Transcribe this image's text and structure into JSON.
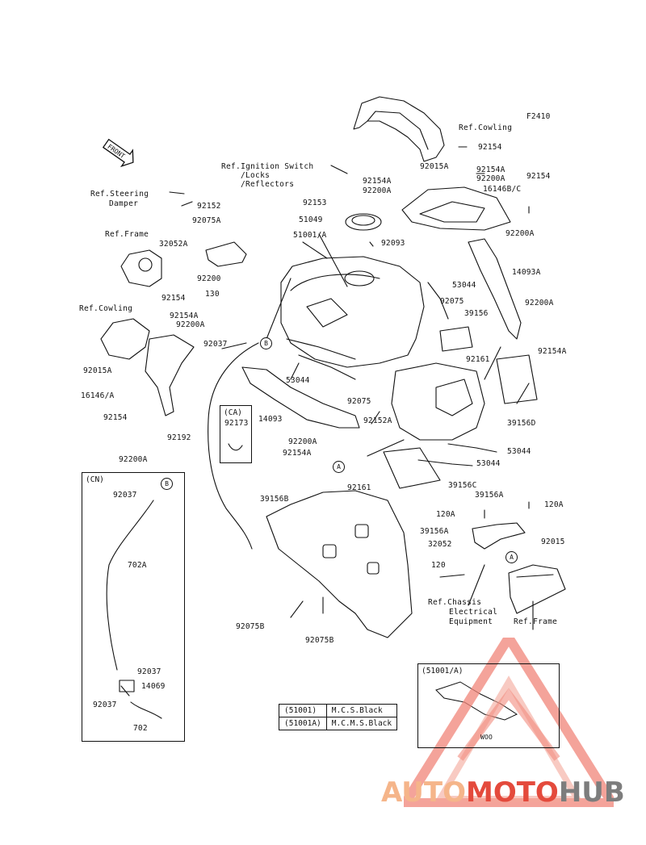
{
  "figure": {
    "code": "F2410"
  },
  "front_badge": "FRONT",
  "parts": {
    "p92154_top": "92154",
    "p92015A_top": "92015A",
    "p92154A_top": "92154A",
    "p92200A_top1": "92200A",
    "p92154A_top2": "92154A",
    "p92200A_top2": "92200A",
    "p92154_right": "92154",
    "p16146BC": "16146B/C",
    "p92200A_right1": "92200A",
    "p92153": "92153",
    "p51049": "51049",
    "p92093": "92093",
    "p51001A": "51001/A",
    "p92152": "92152",
    "p92075A": "92075A",
    "p32052A": "32052A",
    "p92200": "92200",
    "p130": "130",
    "p14093A": "14093A",
    "p53044_a": "53044",
    "p92075": "92075",
    "p39156": "39156",
    "p92200A_right2": "92200A",
    "p92154A_right": "92154A",
    "p92154_left": "92154",
    "p92154A_left": "92154A",
    "p92200A_left": "92200A",
    "p92037": "92037",
    "p92015A_left": "92015A",
    "p16146A": "16146/A",
    "p53044_b": "53044",
    "p92075_mid": "92075",
    "p92161_a": "92161",
    "p39156D": "39156D",
    "p14093": "14093",
    "p92152A": "92152A",
    "p92154_lower": "92154",
    "p92200A_lower": "92200A",
    "p92192": "92192",
    "p92173": "92173",
    "p92200A_mid": "92200A",
    "p92154A_mid": "92154A",
    "p53044_c": "53044",
    "p53044_d": "53044",
    "p92161_b": "92161",
    "p39156C": "39156C",
    "p39156B": "39156B",
    "p39156A": "39156A",
    "p120A_1": "120A",
    "p120A_2": "120A",
    "p39156A_2": "39156A",
    "p92015": "92015",
    "p32052": "32052",
    "p120": "120",
    "p92075B_1": "92075B",
    "p92075B_2": "92075B",
    "cn_92037_1": "92037",
    "cn_702A": "702A",
    "cn_92037_2": "92037",
    "cn_14069": "14069",
    "cn_92037_3": "92037",
    "cn_702": "702"
  },
  "refs": {
    "cowling_top": "Ref.Cowling",
    "ignition_1": "Ref.Ignition Switch",
    "ignition_2": "/Locks",
    "ignition_3": "/Reflectors",
    "steering_1": "Ref.Steering",
    "steering_2": "Damper",
    "frame_left": "Ref.Frame",
    "cowling_left": "Ref.Cowling",
    "chassis_1": "Ref.Chassis",
    "chassis_2": "Electrical",
    "chassis_3": "Equipment",
    "frame_right": "Ref.Frame"
  },
  "markers": {
    "A": "A",
    "B": "B"
  },
  "boxes": {
    "ca": "(CA)",
    "cn": "(CN)",
    "variant": "(51001/A)",
    "woo": "WOO"
  },
  "legend": [
    {
      "code": "(51001)",
      "desc": "M.C.S.Black"
    },
    {
      "code": "(51001A)",
      "desc": "M.C.M.S.Black"
    }
  ],
  "watermark": {
    "part1": "AUTO",
    "part2": "MOTO",
    "part3": "HUB"
  },
  "colors": {
    "ink": "#111111",
    "wm_light": "#f5b58a",
    "wm_red": "#e44a3c",
    "wm_gray": "#7d7d7d"
  }
}
